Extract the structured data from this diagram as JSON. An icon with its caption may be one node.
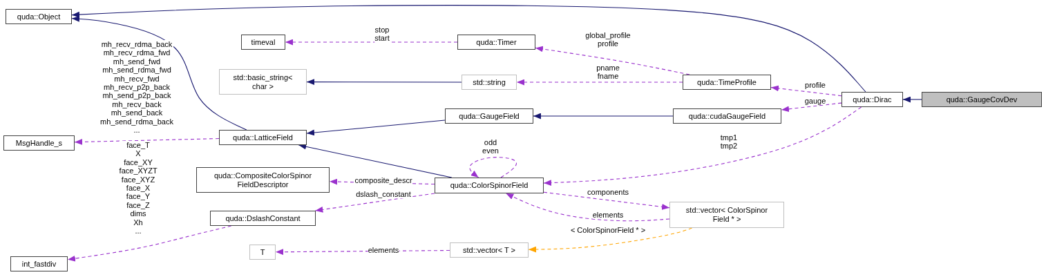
{
  "diagram": {
    "nodes": [
      {
        "text": [
          "quda::Object"
        ]
      },
      {
        "text": [
          "timeval"
        ]
      },
      {
        "text": [
          "quda::Timer"
        ]
      },
      {
        "text": [
          "std::basic_string< char >"
        ]
      },
      {
        "text": [
          "std::string"
        ]
      },
      {
        "text": [
          "quda::TimeProfile"
        ]
      },
      {
        "text": [
          "quda::Dirac"
        ]
      },
      {
        "text": [
          "quda::GaugeCovDev"
        ]
      },
      {
        "text": [
          "quda::GaugeField"
        ]
      },
      {
        "text": [
          "quda::cudaGaugeField"
        ]
      },
      {
        "text": [
          "MsgHandle_s"
        ]
      },
      {
        "text": [
          "quda::LatticeField"
        ]
      },
      {
        "text": [
          "quda::CompositeColorSpinor FieldDescriptor"
        ]
      },
      {
        "text": [
          "quda::ColorSpinorField"
        ]
      },
      {
        "text": [
          "std::vector< ColorSpinor Field * >"
        ]
      },
      {
        "text": [
          "quda::DslashConstant"
        ]
      },
      {
        "text": [
          "T"
        ]
      },
      {
        "text": [
          "std::vector< T >"
        ]
      },
      {
        "text": [
          "int_fastdiv"
        ]
      }
    ],
    "edges": [
      {
        "from": 6,
        "to": 0,
        "arrow": "to",
        "color": "#191970"
      },
      {
        "from": 11,
        "to": 0,
        "arrow": "to",
        "color": "#191970"
      },
      {
        "from": 4,
        "to": 3,
        "arrow": "to",
        "color": "#191970"
      },
      {
        "from": 9,
        "to": 8,
        "arrow": "to",
        "color": "#191970"
      },
      {
        "from": 8,
        "to": 11,
        "arrow": "to",
        "color": "#191970"
      },
      {
        "from": 13,
        "to": 11,
        "arrow": "to",
        "color": "#191970"
      },
      {
        "from": 7,
        "to": 6,
        "arrow": "to",
        "color": "#191970"
      },
      {
        "from": 2,
        "to": 1,
        "arrow": "to",
        "style": "dashed",
        "label": "stop start"
      },
      {
        "from": 5,
        "to": 2,
        "arrow": "to",
        "style": "dashed",
        "label": "global_profile profile"
      },
      {
        "from": 5,
        "to": 4,
        "arrow": "to",
        "style": "dashed",
        "label": "pname fname"
      },
      {
        "from": 6,
        "to": 5,
        "arrow": "to",
        "style": "dashed",
        "label": "profile"
      },
      {
        "from": 6,
        "to": 9,
        "arrow": "to",
        "style": "dashed",
        "label": "gauge"
      },
      {
        "from": 6,
        "to": 13,
        "arrow": "to",
        "style": "dashed",
        "label": "tmp1 tmp2"
      },
      {
        "from": 11,
        "to": 10,
        "arrow": "to",
        "style": "dashed",
        "label": "mh_recv_rdma_back mh_recv_rdma_fwd mh_send_fwd mh_send_rdma_fwd mh_recv_fwd mh_recv_p2p_back mh_send_p2p_back mh_recv_back mh_send_back mh_send_rdma_back ..."
      },
      {
        "from": 13,
        "to": 13,
        "arrow": "to",
        "style": "dashed",
        "label": "odd even"
      },
      {
        "from": 13,
        "to": 12,
        "arrow": "to",
        "style": "dashed",
        "label": "composite_descr"
      },
      {
        "from": 13,
        "to": 15,
        "arrow": "to",
        "style": "dashed",
        "label": "dslash_constant"
      },
      {
        "from": 13,
        "to": 14,
        "arrow": "to",
        "style": "dashed",
        "label": "components"
      },
      {
        "from": 14,
        "to": 13,
        "arrow": "to",
        "style": "dashed",
        "label": "elements"
      },
      {
        "from": 15,
        "to": 18,
        "arrow": "to",
        "style": "dashed",
        "label": "face_T X face_XY face_XYZT face_XYZ face_X face_Y face_Z dims Xh ..."
      },
      {
        "from": 17,
        "to": 16,
        "arrow": "to",
        "style": "dashed",
        "label": "elements"
      },
      {
        "from": 14,
        "to": 17,
        "arrow": "to",
        "style": "dashed",
        "color": "#ffa500",
        "label": "< ColorSpinorField * >"
      }
    ]
  }
}
